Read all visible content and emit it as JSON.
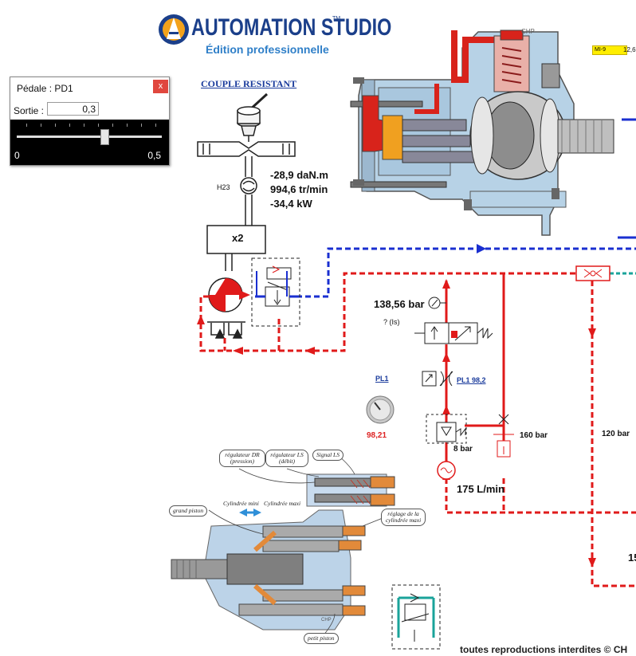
{
  "brand": {
    "name": "AUTOMATION STUDIO",
    "trademark": "TM",
    "edition": "Édition professionnelle"
  },
  "pedal_window": {
    "title": "Pédale : PD1",
    "close_label": "x",
    "output_label": "Sortie :",
    "output_value": "0,3",
    "slider_min": "0",
    "slider_max": "0,5",
    "slider_position": 0.6
  },
  "load": {
    "title": "COUPLE RESISTANT",
    "sensor_label": "H23",
    "torque": "-28,9 daN.m",
    "speed": "994,6 tr/min",
    "power": "-34,4 kW",
    "gear_ratio": "x2"
  },
  "circuit": {
    "gauge_value": "138,56 bar",
    "status_label": "? (Is)",
    "pl1_link": "PL1",
    "pl1_dial_value": "98,21",
    "pl1_valve_label": "PL1 98,2",
    "relief_160": "160 bar",
    "relief_120": "120 bar",
    "check_8bar": "8 bar",
    "flow": "175 L/min",
    "partial_right": "15",
    "mi9_label": "MI-9",
    "mi9_value": "12,6"
  },
  "pump_cutaway": {
    "label": "CHP"
  },
  "pump_diagram": {
    "label": "CHP",
    "callouts": {
      "regulator_dr": "régulateur DR (pression)",
      "regulator_ls": "régulateur LS (débit)",
      "signal_ls": "Signal LS",
      "cyl_min": "Cylindrée mini",
      "cyl_max": "Cylindrée maxi",
      "grand_piston": "grand piston",
      "reglage": "réglage de la cylindrée maxi",
      "petit_piston": "petit piston"
    }
  },
  "footer": "toutes reproductions interdites © CH",
  "colors": {
    "pressure_line": "#e01a1a",
    "return_line": "#1a2fd0",
    "teal_line": "#1aa39a",
    "brand_blue": "#1b3f8a",
    "brand_light": "#2f7fc8"
  }
}
